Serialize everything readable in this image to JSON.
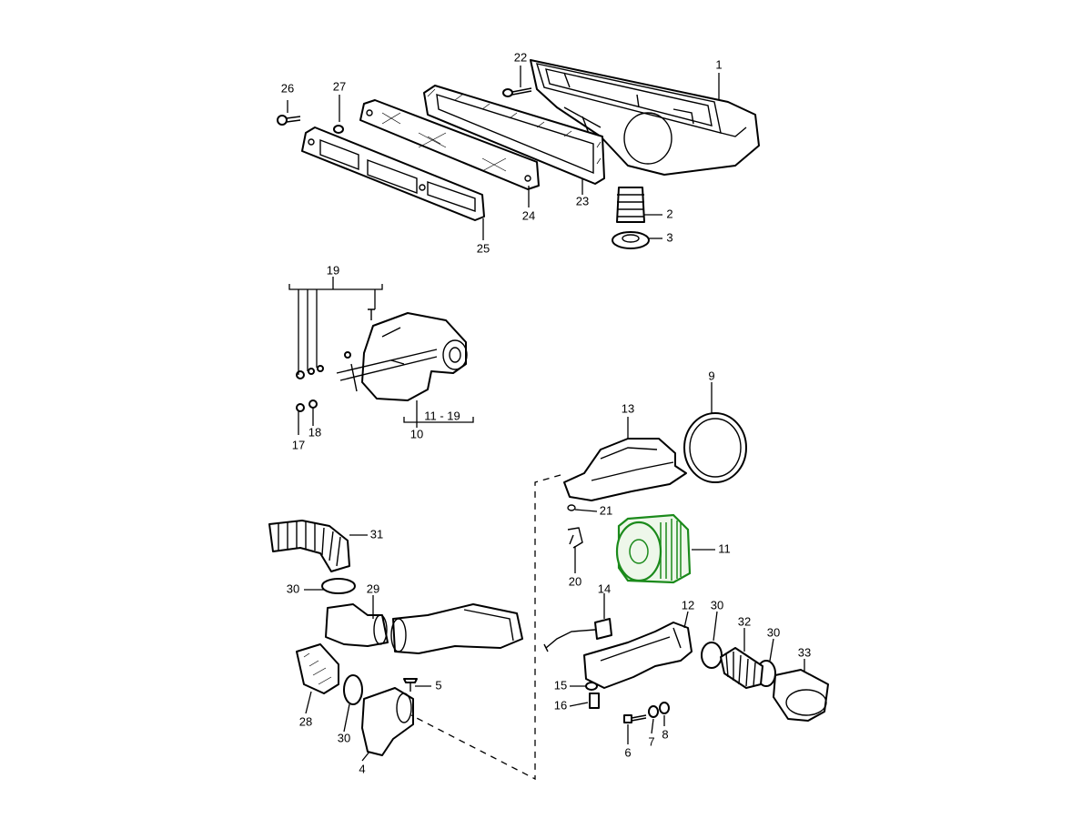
{
  "diagram": {
    "highlight_color": "#1b8a1b",
    "callouts": [
      {
        "id": "c1",
        "text": "1"
      },
      {
        "id": "c2",
        "text": "2"
      },
      {
        "id": "c3",
        "text": "3"
      },
      {
        "id": "c4",
        "text": "4"
      },
      {
        "id": "c5",
        "text": "5"
      },
      {
        "id": "c6",
        "text": "6"
      },
      {
        "id": "c7",
        "text": "7"
      },
      {
        "id": "c8",
        "text": "8"
      },
      {
        "id": "c9",
        "text": "9"
      },
      {
        "id": "c10",
        "text": "10"
      },
      {
        "id": "c11",
        "text": "11"
      },
      {
        "id": "c12",
        "text": "12"
      },
      {
        "id": "c13",
        "text": "13"
      },
      {
        "id": "c14",
        "text": "14"
      },
      {
        "id": "c15",
        "text": "15"
      },
      {
        "id": "c16",
        "text": "16"
      },
      {
        "id": "c17",
        "text": "17"
      },
      {
        "id": "c18",
        "text": "18"
      },
      {
        "id": "c19",
        "text": "19"
      },
      {
        "id": "c1119",
        "text": "11 - 19"
      },
      {
        "id": "c20",
        "text": "20"
      },
      {
        "id": "c21",
        "text": "21"
      },
      {
        "id": "c22",
        "text": "22"
      },
      {
        "id": "c23",
        "text": "23"
      },
      {
        "id": "c24",
        "text": "24"
      },
      {
        "id": "c25",
        "text": "25"
      },
      {
        "id": "c26",
        "text": "26"
      },
      {
        "id": "c27",
        "text": "27"
      },
      {
        "id": "c28",
        "text": "28"
      },
      {
        "id": "c29",
        "text": "29"
      },
      {
        "id": "c30a",
        "text": "30"
      },
      {
        "id": "c30b",
        "text": "30"
      },
      {
        "id": "c30c",
        "text": "30"
      },
      {
        "id": "c30d",
        "text": "30"
      },
      {
        "id": "c31",
        "text": "31"
      },
      {
        "id": "c32",
        "text": "32"
      },
      {
        "id": "c33",
        "text": "33"
      }
    ]
  }
}
